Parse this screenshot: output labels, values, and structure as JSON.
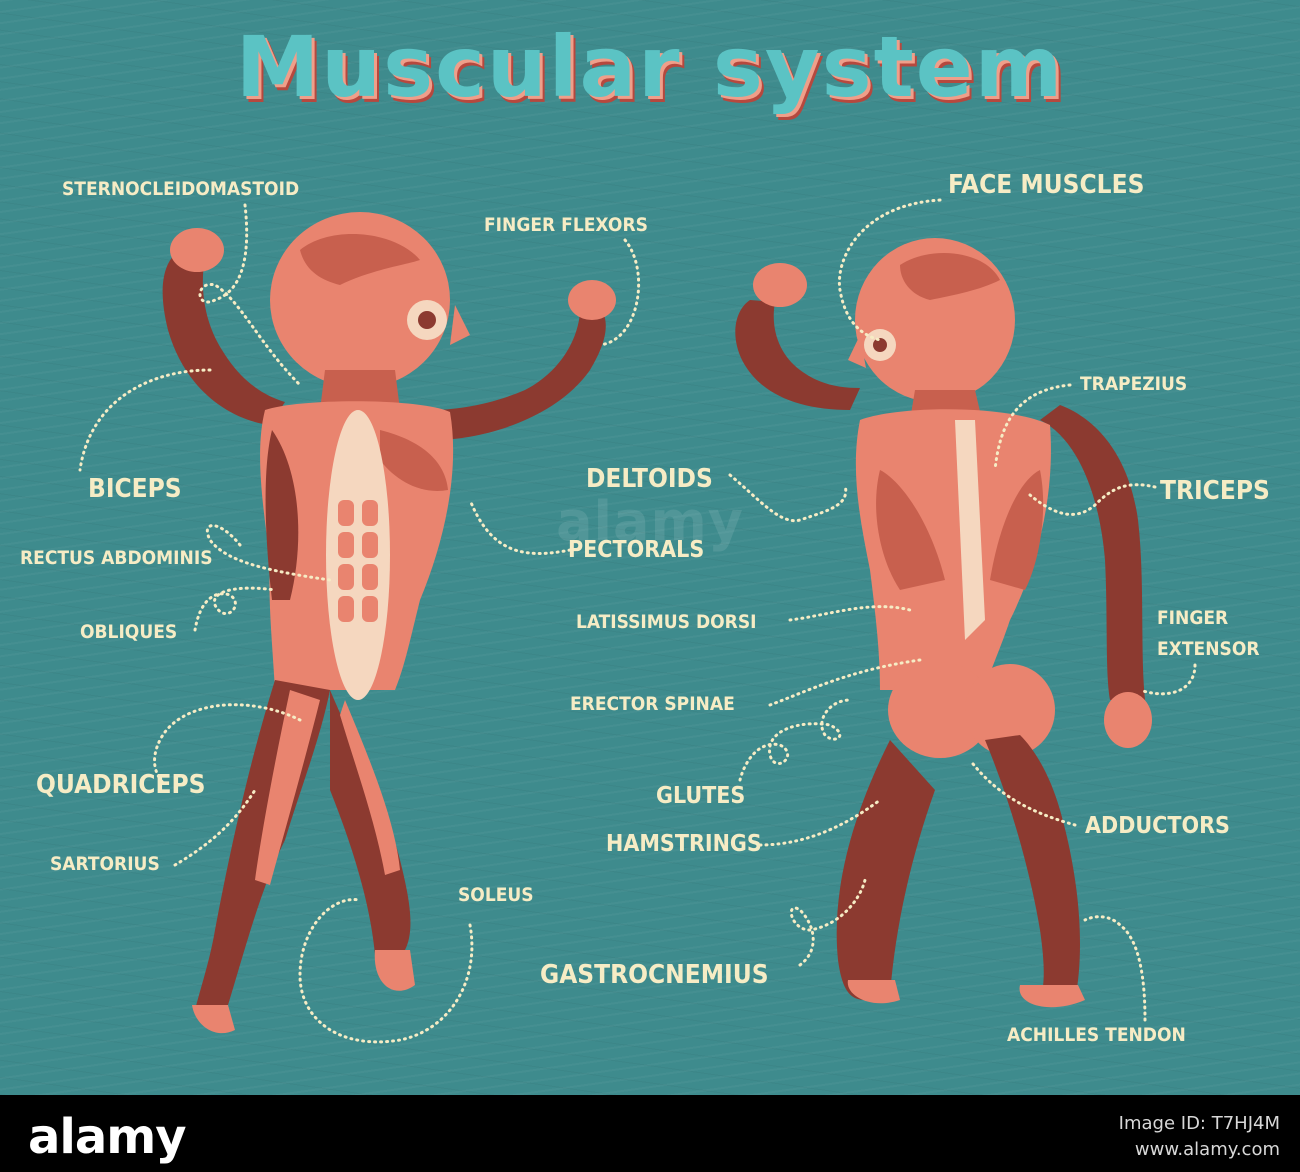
{
  "title": "Muscular system",
  "labels": {
    "sternocleidomastoid": "STERNOCLEIDOMASTOID",
    "finger_flexors": "FINGER FLEXORS",
    "face_muscles": "FACE MUSCLES",
    "biceps": "BICEPS",
    "trapezius": "TRAPEZIUS",
    "deltoids": "DELTOIDS",
    "triceps": "TRICEPS",
    "rectus_abdominis": "RECTUS ABDOMINIS",
    "pectorals": "PECTORALS",
    "obliques": "OBLIQUES",
    "latissimus_dorsi": "LATISSIMUS DORSI",
    "finger": "FINGER",
    "extensor": "EXTENSOR",
    "erector_spinae": "ERECTOR SPINAE",
    "quadriceps": "QUADRICEPS",
    "glutes": "GLUTES",
    "adductors": "ADDUCTORS",
    "hamstrings": "HAMSTRINGS",
    "sartorius": "SARTORIUS",
    "soleus": "SOLEUS",
    "gastrocnemius": "GASTROCNEMIUS",
    "achilles_tendon": "ACHILLES TENDON"
  },
  "watermark": "alamy",
  "footer": {
    "logo": "alamy",
    "image_id": "Image ID: T7HJ4M",
    "url": "www.alamy.com"
  },
  "colors": {
    "background": "#3e8b8d",
    "title": "#5bc3c4",
    "label": "#f6ecc5",
    "muscle_light": "#e9846f",
    "muscle_dark": "#8c3a30"
  }
}
